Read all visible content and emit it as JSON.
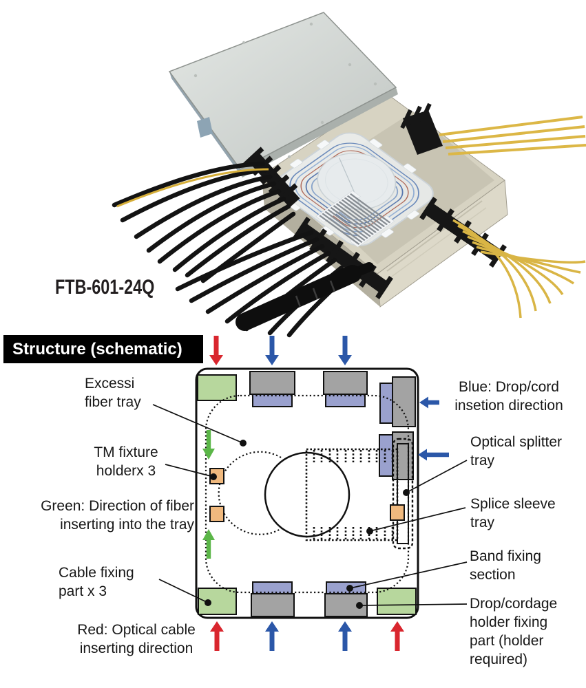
{
  "product": {
    "model": "FTB-601-24Q"
  },
  "section": {
    "banner": "Structure (schematic)"
  },
  "schematic": {
    "labels": {
      "excess_fiber_tray": "Excessi\nfiber tray",
      "tm_fixture_holder": "TM fixture\nholderx 3",
      "green_direction": "Green: Direction of fiber\ninserting into the tray",
      "cable_fixing_part": "Cable fixing\npart x 3",
      "red_direction": "Red: Optical cable\ninserting direction",
      "blue_direction": "Blue: Drop/cord\ninsetion direction",
      "optical_splitter_tray": "Optical splitter\ntray",
      "splice_sleeve_tray": "Splice sleeve\ntray",
      "band_fixing_section": "Band fixing\nsection",
      "drop_cordage_holder": "Drop/cordage\nholder fixing\npart (holder\nrequired)"
    },
    "colors": {
      "red_arrow": "#d9262e",
      "blue_arrow": "#2b57a8",
      "green_arrow": "#5bb648",
      "green_part": "#b7d79d",
      "gray_part": "#a3a3a3",
      "blue_part": "#9aa1ce",
      "orange_part": "#f0b97e"
    }
  }
}
